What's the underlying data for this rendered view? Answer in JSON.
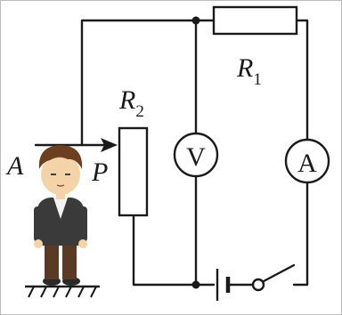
{
  "diagram": {
    "labels": {
      "r1": "R",
      "r1_sub": "1",
      "r2": "R",
      "r2_sub": "2",
      "point_a": "A",
      "point_p": "P"
    },
    "meters": {
      "voltmeter": "V",
      "ammeter": "A"
    },
    "colors": {
      "wire": "#1a1a1a",
      "hair": "#6b3f1f",
      "skin": "#f5d3a8",
      "jacket": "#3a3a3a",
      "shirt": "#f2f2f2",
      "pants": "#5a3a24",
      "shoes": "#2a2a2a"
    }
  }
}
